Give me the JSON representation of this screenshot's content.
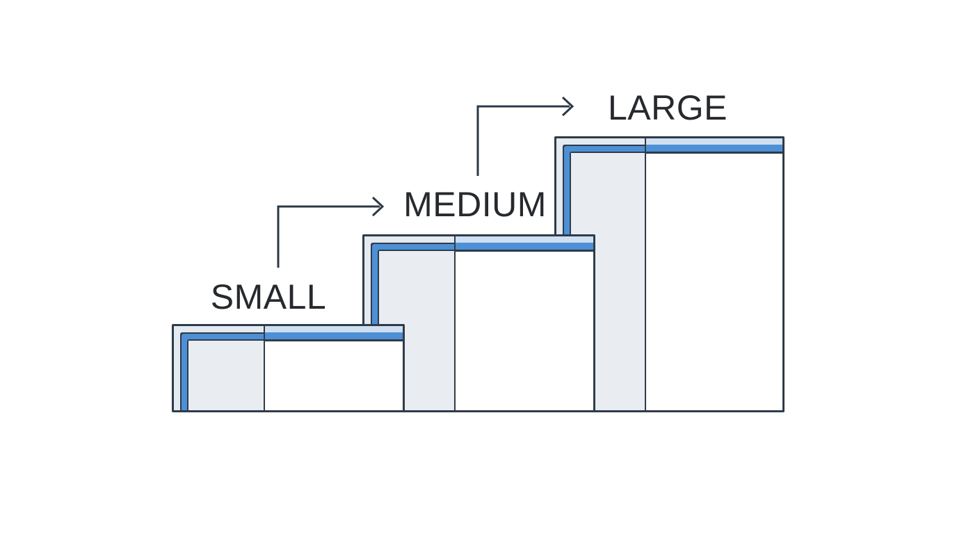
{
  "diagram": {
    "title": "Size steps diagram",
    "steps": [
      {
        "id": "small",
        "label": "SMALL"
      },
      {
        "id": "medium",
        "label": "MEDIUM"
      },
      {
        "id": "large",
        "label": "LARGE"
      }
    ],
    "arrows": [
      {
        "id": "small-to-medium",
        "from": "SMALL",
        "to": "MEDIUM",
        "direction": "up-right"
      },
      {
        "id": "medium-to-large",
        "from": "MEDIUM",
        "to": "LARGE",
        "direction": "up-right"
      }
    ]
  },
  "colors": {
    "ink": "#2e3b49",
    "blue": "#4e90d5",
    "light_frame": "#e4eaf1",
    "light_blue_strip": "#cfdff2",
    "grey_fill": "#e9edf1",
    "text": "#26292d",
    "arrow": "#2c3845",
    "bg": "#ffffff"
  }
}
